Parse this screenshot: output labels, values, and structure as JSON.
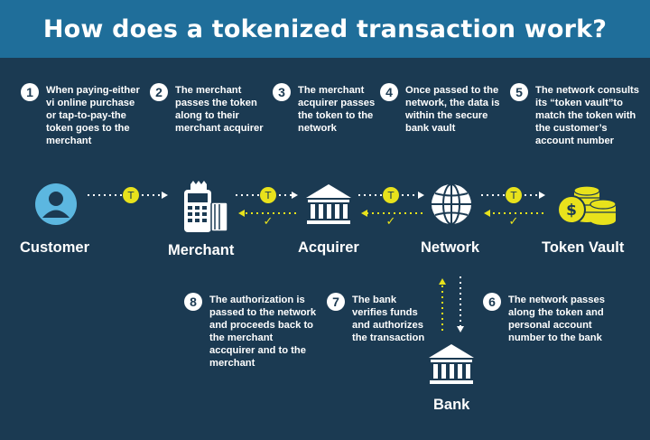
{
  "title": "How does a tokenized transaction work?",
  "token_symbol": "T",
  "check_symbol": "✓",
  "colors": {
    "background": "#1b3a52",
    "header": "#1f6e9a",
    "accent": "#e8e21c",
    "icon_blue": "#5cb7e0",
    "text": "#ffffff"
  },
  "nodes": {
    "customer": "Customer",
    "merchant": "Merchant",
    "acquirer": "Acquirer",
    "network": "Network",
    "token_vault": "Token Vault",
    "bank": "Bank"
  },
  "steps": [
    {
      "num": "1",
      "text": "When paying-either vi online purchase or tap-to-pay-the token goes to the merchant"
    },
    {
      "num": "2",
      "text": "The merchant passes the token along to their merchant acquirer"
    },
    {
      "num": "3",
      "text": "The merchant acquirer passes the token to the network"
    },
    {
      "num": "4",
      "text": "Once passed to the network, the data is within the secure bank vault"
    },
    {
      "num": "5",
      "text": "The network consults its “token vault”to match the token with the customer’s account number"
    },
    {
      "num": "6",
      "text": "The network passes along the token and personal account number to the bank"
    },
    {
      "num": "7",
      "text": "The bank verifies funds and authorizes the transaction"
    },
    {
      "num": "8",
      "text": "The authorization is passed to the network and proceeds back to the merchant accquirer and to the merchant"
    }
  ]
}
